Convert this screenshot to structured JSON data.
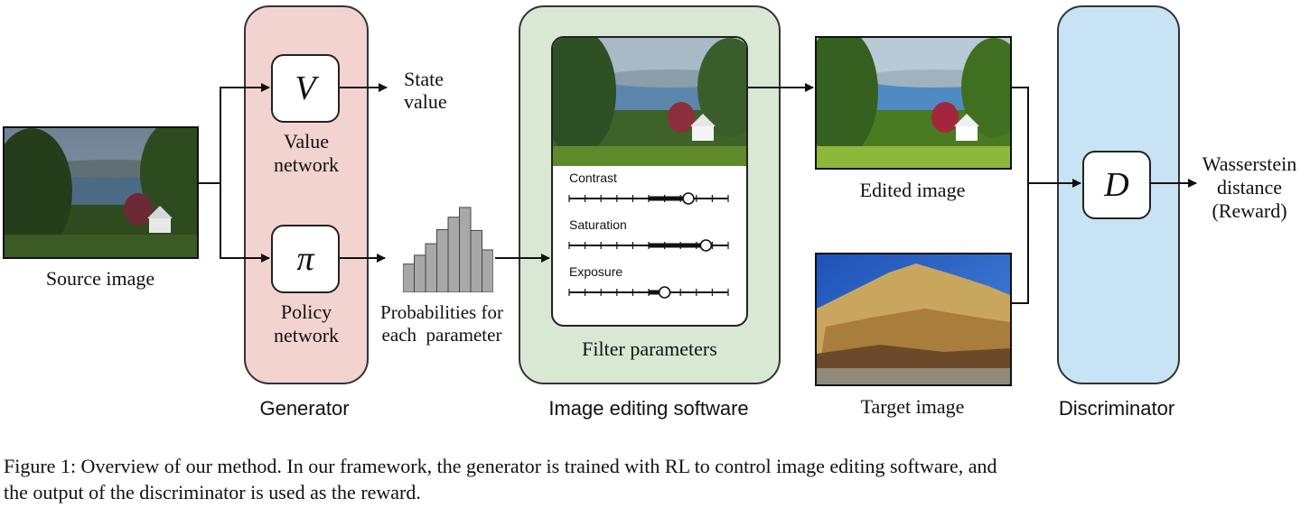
{
  "source_label": "Source image",
  "generator": {
    "title": "Generator",
    "value_symbol": "V",
    "value_label_1": "Value",
    "value_label_2": "network",
    "policy_symbol": "π",
    "policy_label_1": "Policy",
    "policy_label_2": "network"
  },
  "state_value_1": "State",
  "state_value_2": "value",
  "prob_label_1": "Probabilities for",
  "prob_label_2": "each  parameter",
  "histogram_bars": [
    0.32,
    0.42,
    0.55,
    0.71,
    0.85,
    0.96,
    0.7,
    0.48
  ],
  "editing": {
    "title": "Image editing software",
    "filter_label": "Filter parameters",
    "sliders": [
      {
        "label": "Contrast",
        "value": 0.75
      },
      {
        "label": "Saturation",
        "value": 0.86
      },
      {
        "label": "Exposure",
        "value": 0.6
      }
    ]
  },
  "edited_label": "Edited image",
  "target_label": "Target image",
  "discriminator": {
    "title": "Discriminator",
    "symbol": "D"
  },
  "reward_1": "Wasserstein",
  "reward_2": "distance",
  "reward_3": "(Reward)",
  "caption_1": "Figure 1: Overview of our method. In our framework, the generator is trained with RL to control image editing software, and",
  "caption_2": "the output of the discriminator is used as the reward."
}
